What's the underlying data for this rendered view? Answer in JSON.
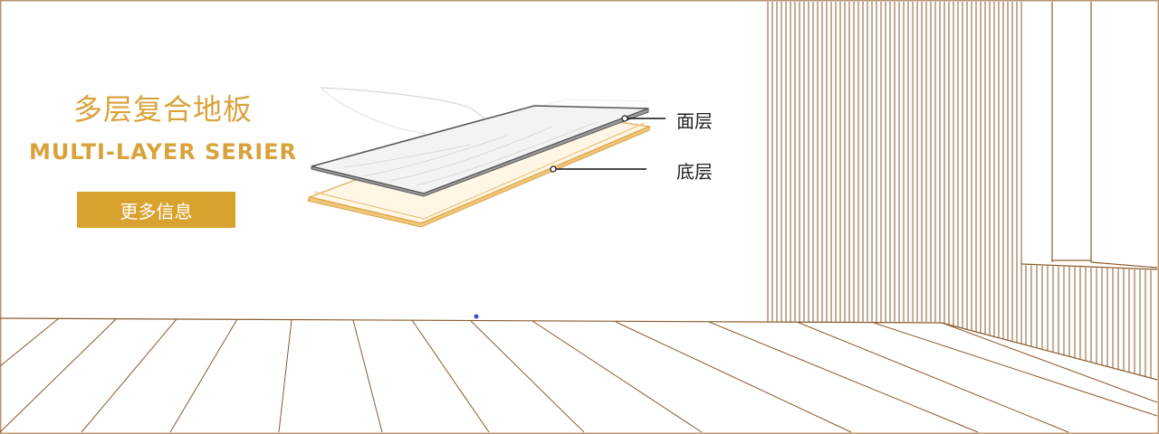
{
  "hero": {
    "title_cn": "多层复合地板",
    "title_en": "MULTI-LAYER SERIER",
    "more_button_label": "更多信息"
  },
  "diagram": {
    "layers": [
      {
        "label": "面层"
      },
      {
        "label": "底层"
      }
    ]
  },
  "colors": {
    "accent": "#d9a23b",
    "button": "#d9a22e",
    "line_art": "#8a5a2b",
    "plank_edge": "#e7b86a"
  }
}
